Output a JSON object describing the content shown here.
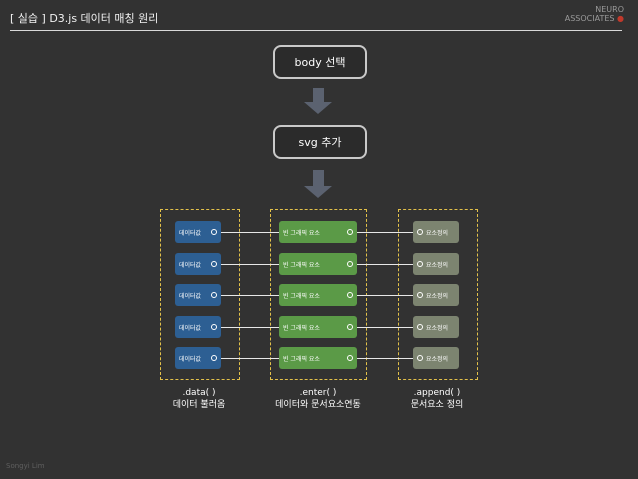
{
  "header": {
    "title": "[ 실습 ] D3.js 데이터 매칭 원리",
    "brand_line1": "NEURO",
    "brand_line2": "ASSOCIATES"
  },
  "steps": [
    {
      "label": "body 선택"
    },
    {
      "label": "svg 추가"
    }
  ],
  "groups": {
    "data": {
      "chip_label": "데이터값",
      "caption_line1": ".data( )",
      "caption_line2": "데이터 불러옴"
    },
    "enter": {
      "chip_label": "빈 그래픽 요소",
      "caption_line1": ".enter( )",
      "caption_line2": "데이터와 문서요소연동"
    },
    "append": {
      "chip_label": "요소정의",
      "caption_line1": ".append( )",
      "caption_line2": "문서요소 정의"
    }
  },
  "row_count": 5,
  "colors": {
    "data_chip": "#2d5f93",
    "enter_chip": "#5b9a47",
    "append_chip": "#7c8470",
    "group_border": "#e3c14a",
    "arrow": "#5b6270"
  },
  "footer": {
    "author": "Songyi Lim"
  }
}
